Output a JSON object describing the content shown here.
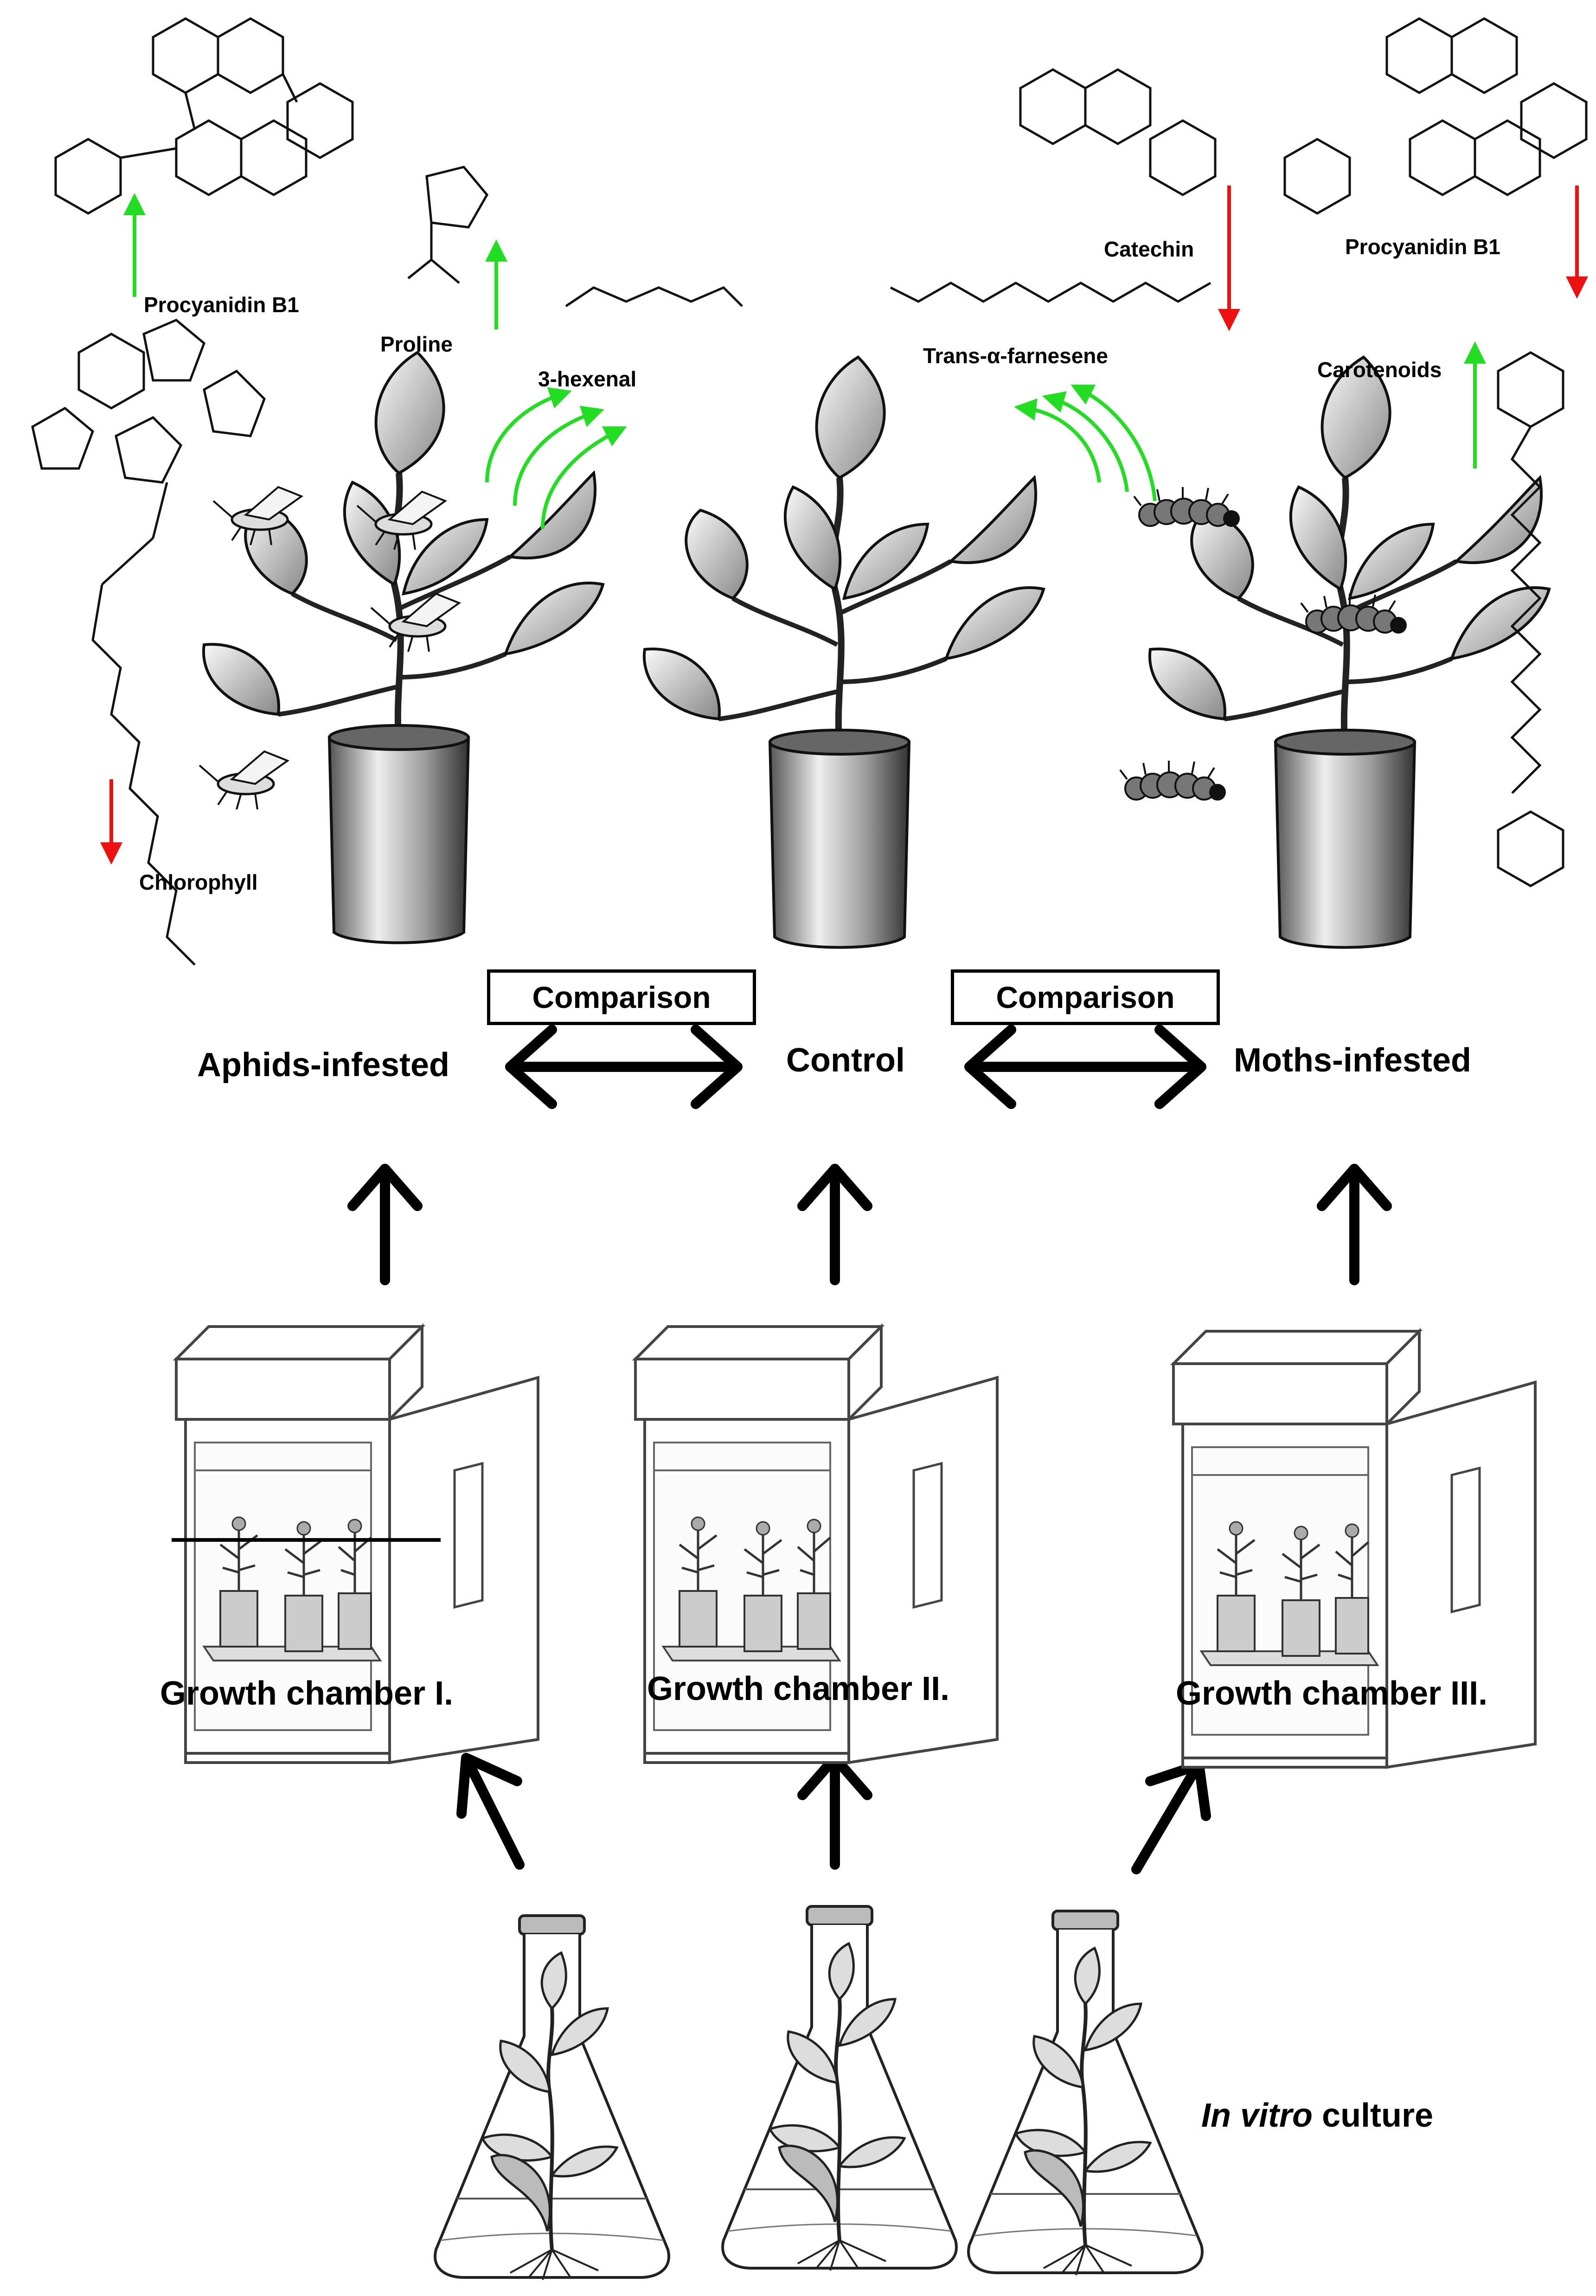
{
  "compounds": {
    "procyanidin_left": "Procyanidin B1",
    "proline": "Proline",
    "hexenal": "3-hexenal",
    "chlorophyll": "Chlorophyll",
    "farnesene": "Trans-α-farnesene",
    "catechin": "Catechin",
    "procyanidin_right": "Procyanidin B1",
    "carotenoids": "Carotenoids"
  },
  "treatments": {
    "aphids": "Aphids-infested",
    "control": "Control",
    "moths": "Moths-infested"
  },
  "comparison_left": "Comparison",
  "comparison_right": "Comparison",
  "chambers": [
    "Growth chamber I.",
    "Growth chamber II.",
    "Growth chamber III."
  ],
  "in_vitro": {
    "italic": "In vitro",
    "rest": " culture"
  },
  "colors": {
    "increase": "#22dd22",
    "decrease": "#ee1111",
    "ink": "#000000"
  }
}
